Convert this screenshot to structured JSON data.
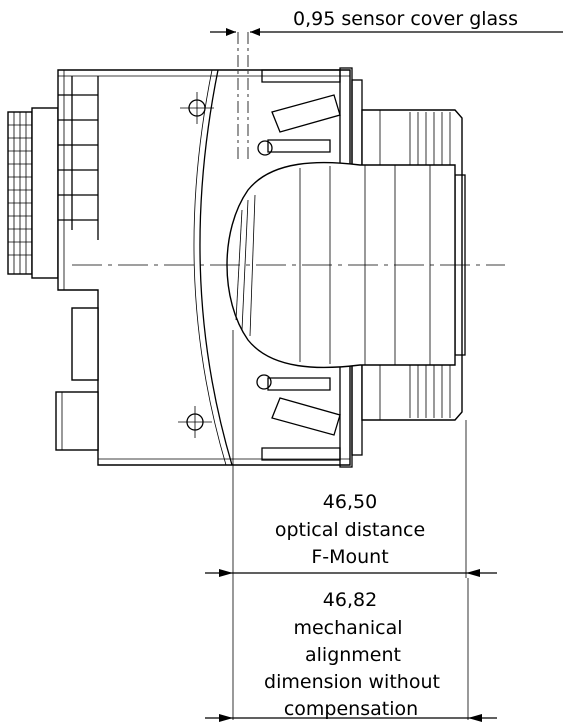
{
  "annotations": {
    "cover_glass": "0,95 sensor cover glass",
    "optical_value": "46,50",
    "optical_line1": "optical distance",
    "optical_line2": "F-Mount",
    "mech_value": "46,82",
    "mech_line1": "mechanical",
    "mech_line2": "alignment",
    "mech_line3": "dimension without",
    "mech_line4": "compensation"
  }
}
